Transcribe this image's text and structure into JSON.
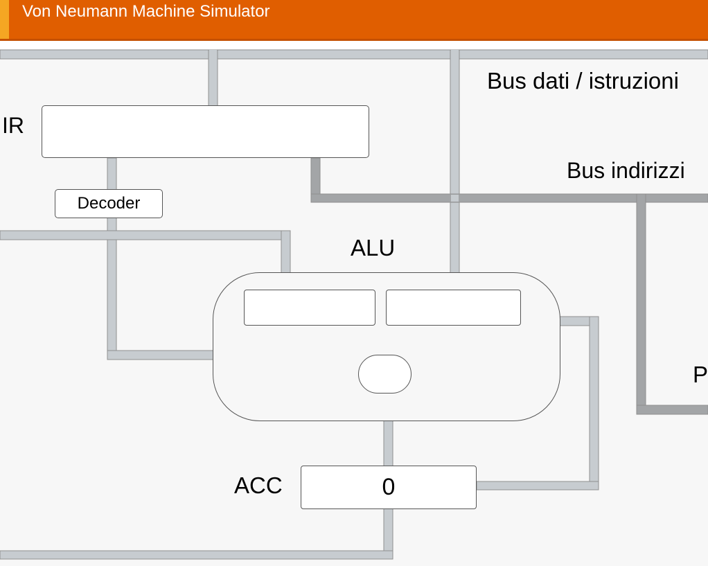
{
  "header": {
    "title": "Von Neumann Machine Simulator",
    "accent_color": "#f5a623",
    "bar_color": "#e05e00"
  },
  "diagram": {
    "labels": {
      "ir": "IR",
      "decoder": "Decoder",
      "alu": "ALU",
      "acc": "ACC",
      "data_bus": "Bus dati / istruzioni",
      "address_bus": "Bus indirizzi",
      "pc_partial": "P"
    },
    "registers": {
      "ir_value": "",
      "acc_value": "0",
      "alu_operand_1": "",
      "alu_operand_2": "",
      "alu_flag": ""
    },
    "colors": {
      "wire_light": "#c7ccd0",
      "wire_dark": "#a3a5a7",
      "wire_outline": "#8f8f8f",
      "canvas_bg": "#f7f7f7"
    }
  }
}
